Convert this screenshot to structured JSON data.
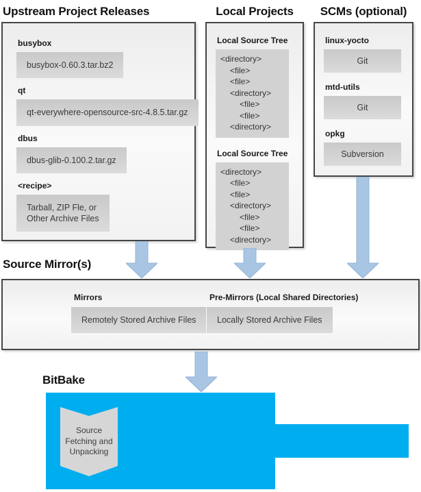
{
  "palette": {
    "bitbake_blue": "#00AEEF",
    "arrow_fill": "#A8C5E4",
    "arrow_stroke": "#94B3D4",
    "box_gray": "#d2d2d2"
  },
  "upstream": {
    "title": "Upstream Project Releases",
    "items": [
      {
        "label": "busybox",
        "lines": [
          "busybox-0.60.3.tar.bz2"
        ]
      },
      {
        "label": "qt",
        "lines": [
          "qt-everywhere-opensource-src-4.8.5.tar.gz"
        ]
      },
      {
        "label": "dbus",
        "lines": [
          "dbus-glib-0.100.2.tar.gz"
        ]
      },
      {
        "label": "<recipe>",
        "lines": [
          "Tarball, ZIP Fle, or",
          "Other Archive Files"
        ]
      }
    ]
  },
  "local_projects": {
    "title": "Local Projects",
    "trees": [
      {
        "label": "Local Source Tree",
        "entries": [
          {
            "text": "<directory>",
            "indent": 0
          },
          {
            "text": "<file>",
            "indent": 1
          },
          {
            "text": "<file>",
            "indent": 1
          },
          {
            "text": "<directory>",
            "indent": 1
          },
          {
            "text": "<file>",
            "indent": 2
          },
          {
            "text": "<file>",
            "indent": 2
          },
          {
            "text": "<directory>",
            "indent": 1
          }
        ]
      },
      {
        "label": "Local Source Tree",
        "entries": [
          {
            "text": "<directory>",
            "indent": 0
          },
          {
            "text": "<file>",
            "indent": 1
          },
          {
            "text": "<file>",
            "indent": 1
          },
          {
            "text": "<directory>",
            "indent": 1
          },
          {
            "text": "<file>",
            "indent": 2
          },
          {
            "text": "<file>",
            "indent": 2
          },
          {
            "text": "<directory>",
            "indent": 1
          }
        ]
      }
    ]
  },
  "scms": {
    "title": "SCMs (optional)",
    "items": [
      {
        "label": "linux-yocto",
        "tool": "Git"
      },
      {
        "label": "mtd-utils",
        "tool": "Git"
      },
      {
        "label": "opkg",
        "tool": "Subversion"
      }
    ]
  },
  "source_mirrors": {
    "title": "Source Mirror(s)",
    "groups": [
      {
        "label": "Mirrors",
        "box": "Remotely Stored Archive Files"
      },
      {
        "label": "Pre-Mirrors (Local Shared Directories)",
        "box": "Locally Stored Archive Files"
      }
    ]
  },
  "bitbake": {
    "title": "BitBake",
    "process": {
      "lines": [
        "Source",
        "Fetching and",
        "Unpacking"
      ]
    }
  }
}
